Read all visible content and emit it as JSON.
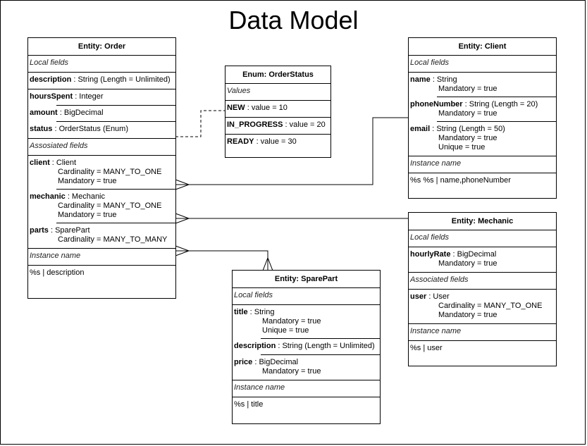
{
  "title": "Data Model",
  "order": {
    "header": "Entity: Order",
    "local_label": "Local fields",
    "description_name": "description",
    "description_type": ": String (Length = Unlimited)",
    "hours_name": "hoursSpent",
    "hours_type": ": Integer",
    "amount_name": "amount",
    "amount_type": ": BigDecimal",
    "status_name": "status",
    "status_type": ": OrderStatus (Enum)",
    "assoc_label": "Assosiated fields",
    "client_name": "client",
    "client_type": ": Client",
    "client_card": "Cardinality = MANY_TO_ONE",
    "client_mand": "Mandatory = true",
    "mechanic_name": "mechanic",
    "mechanic_type": ": Mechanic",
    "mechanic_card": "Cardinality = MANY_TO_ONE",
    "mechanic_mand": "Mandatory = true",
    "parts_name": "parts",
    "parts_type": ": SparePart",
    "parts_card": "Cardinality = MANY_TO_MANY",
    "instance_label": "Instance name",
    "instance_value": "%s | description"
  },
  "order_status": {
    "header": "Enum: OrderStatus",
    "values_label": "Values",
    "new_name": "NEW",
    "new_value": ": value = 10",
    "inprogress_name": "IN_PROGRESS",
    "inprogress_value": ": value = 20",
    "ready_name": "READY",
    "ready_value": ": value = 30"
  },
  "client": {
    "header": "Entity: Client",
    "local_label": "Local fields",
    "name_name": "name",
    "name_type": ": String",
    "name_mand": "Mandatory = true",
    "phone_name": "phoneNumber",
    "phone_type": ": String (Length = 20)",
    "phone_mand": "Mandatory = true",
    "email_name": "email",
    "email_type": ": String (Length = 50)",
    "email_mand": "Mandatory = true",
    "email_unique": "Unique = true",
    "instance_label": "Instance name",
    "instance_value": "%s %s | name,phoneNumber"
  },
  "mechanic": {
    "header": "Entity: Mechanic",
    "local_label": "Local fields",
    "rate_name": "hourlyRate",
    "rate_type": ": BigDecimal",
    "rate_mand": "Mandatory = true",
    "assoc_label": "Associated fields",
    "user_name": "user",
    "user_type": ": User",
    "user_card": "Cardinality = MANY_TO_ONE",
    "user_mand": "Mandatory = true",
    "instance_label": "Instance name",
    "instance_value": "%s | user"
  },
  "spare_part": {
    "header": "Entity: SparePart",
    "local_label": "Local fields",
    "title_name": "title",
    "title_type": ": String",
    "title_mand": "Mandatory = true",
    "title_unique": "Unique = true",
    "desc_name": "description",
    "desc_type": ": String (Length = Unlimited)",
    "price_name": "price",
    "price_type": ": BigDecimal",
    "price_mand": "Mandatory = true",
    "instance_label": "Instance name",
    "instance_value": "%s | title"
  }
}
